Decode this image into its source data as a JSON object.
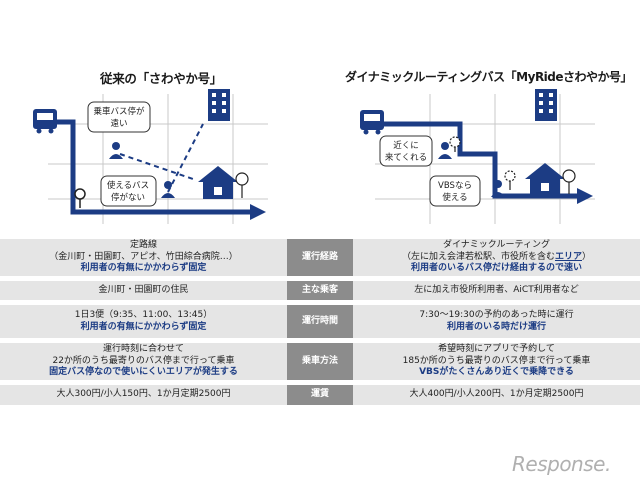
{
  "left_panel": {
    "title": "従来の「さわやか号」",
    "bubble_far_line1": "乗車バス停が",
    "bubble_far_line2": "遠い",
    "bubble_none_line1": "使えるバス",
    "bubble_none_line2": "停がない"
  },
  "right_panel": {
    "title": "ダイナミックルーティングバス「MyRideさわやか号」",
    "bubble_near_line1": "近くに",
    "bubble_near_line2": "来てくれる",
    "bubble_vbs_line1": "VBSなら",
    "bubble_vbs_line2": "使える"
  },
  "table": {
    "row1": {
      "label": "運行経路",
      "left_line1": "定路線",
      "left_line2": "（金川町・田園町、アピオ、竹田綜合病院…）",
      "left_line3": "利用者の有無にかかわらず固定",
      "right_line1": "ダイナミックルーティング",
      "right_line2_a": "（左に加え会津若松駅、市役所を含む",
      "right_line2_b": "エリア",
      "right_line2_c": "）",
      "right_line3": "利用者のいるバス停だけ経由するので速い"
    },
    "row2": {
      "label": "主な乗客",
      "left": "金川町・田園町の住民",
      "right": "左に加え市役所利用者、AiCT利用者など"
    },
    "row3": {
      "label": "運行時間",
      "left_line1": "1日3便（9:35、11:00、13:45）",
      "left_line2": "利用者の有無にかかわらず固定",
      "right_line1": "7:30〜19:30の予約のあった時に運行",
      "right_line2": "利用者のいる時だけ運行"
    },
    "row4": {
      "label": "乗車方法",
      "left_line1": "運行時刻に合わせて",
      "left_line2": "22か所のうち最寄りのバス停まで行って乗車",
      "left_line3": "固定バス停なので使いにくいエリアが発生する",
      "right_line1": "希望時刻にアプリで予約して",
      "right_line2": "185か所のうち最寄りのバス停まで行って乗車",
      "right_line3": "VBSがたくさんあり近くで乗降できる"
    },
    "row5": {
      "label": "運賃",
      "left": "大人300円/小人150円、1か月定期2500円",
      "right": "大人400円/小人200円、1か月定期2500円"
    }
  },
  "watermark": "Response.",
  "colors": {
    "navy": "#1c3c84",
    "label_gray": "#8c8c8c",
    "row_shade": "#e5e5e5"
  }
}
